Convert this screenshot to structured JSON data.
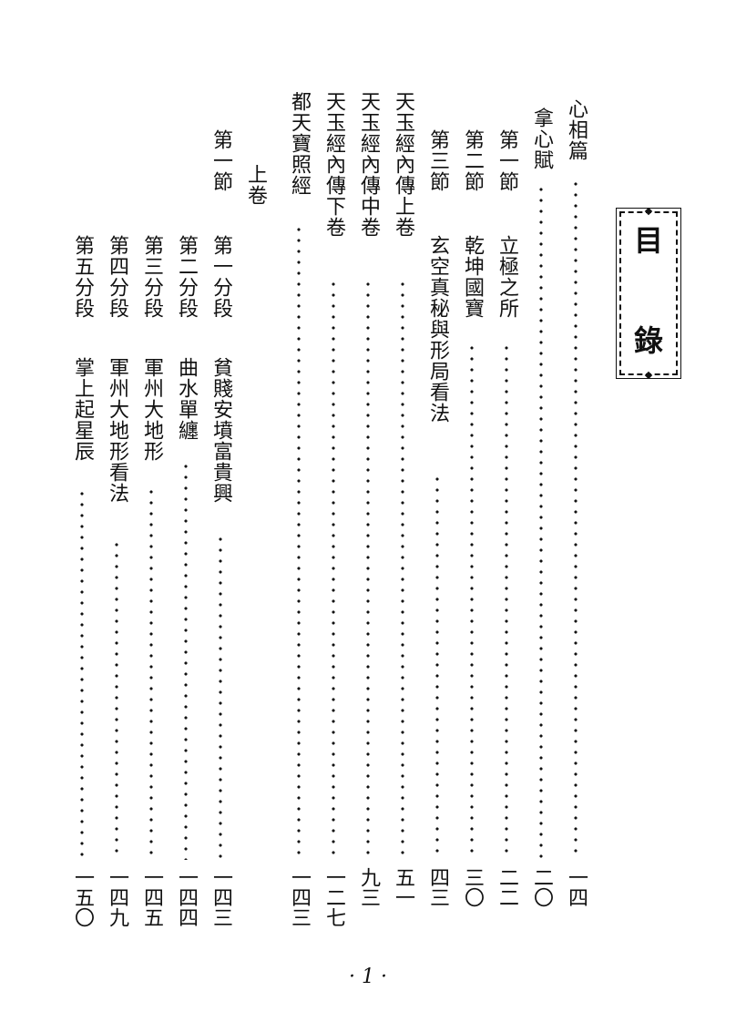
{
  "title": {
    "char1": "目",
    "char2": "錄"
  },
  "entries": [
    {
      "label": "心相篇",
      "sub": "",
      "page": "一四"
    },
    {
      "label": "拿心賦",
      "sub": "",
      "page": "二〇"
    },
    {
      "label": "第一節",
      "sub": "立極之所",
      "page": "二二"
    },
    {
      "label": "第二節",
      "sub": "乾坤國寶",
      "page": "三〇"
    },
    {
      "label": "第三節",
      "sub": "玄空真秘與形局看法",
      "page": "四三"
    },
    {
      "label": "天玉經內傳上卷",
      "sub": "",
      "page": "五一"
    },
    {
      "label": "天玉經內傳中卷",
      "sub": "",
      "page": "九三"
    },
    {
      "label": "天玉經內傳下卷",
      "sub": "",
      "page": "一二七"
    },
    {
      "label": "都天寶照經",
      "sub": "",
      "page": "一四三"
    },
    {
      "label": "上卷",
      "sub": "",
      "page": ""
    },
    {
      "label": "第一節",
      "sub": "",
      "page": ""
    },
    {
      "label": "第一分段",
      "sub": "貧賤安墳富貴興",
      "page": "一四三"
    },
    {
      "label": "第二分段",
      "sub": "曲水單纏",
      "page": "一四四"
    },
    {
      "label": "第三分段",
      "sub": "軍州大地形",
      "page": "一四五"
    },
    {
      "label": "第四分段",
      "sub": "軍州大地形看法",
      "page": "一四九"
    },
    {
      "label": "第五分段",
      "sub": "掌上起星辰",
      "page": "一五〇"
    }
  ],
  "folio": "· 1 ·"
}
